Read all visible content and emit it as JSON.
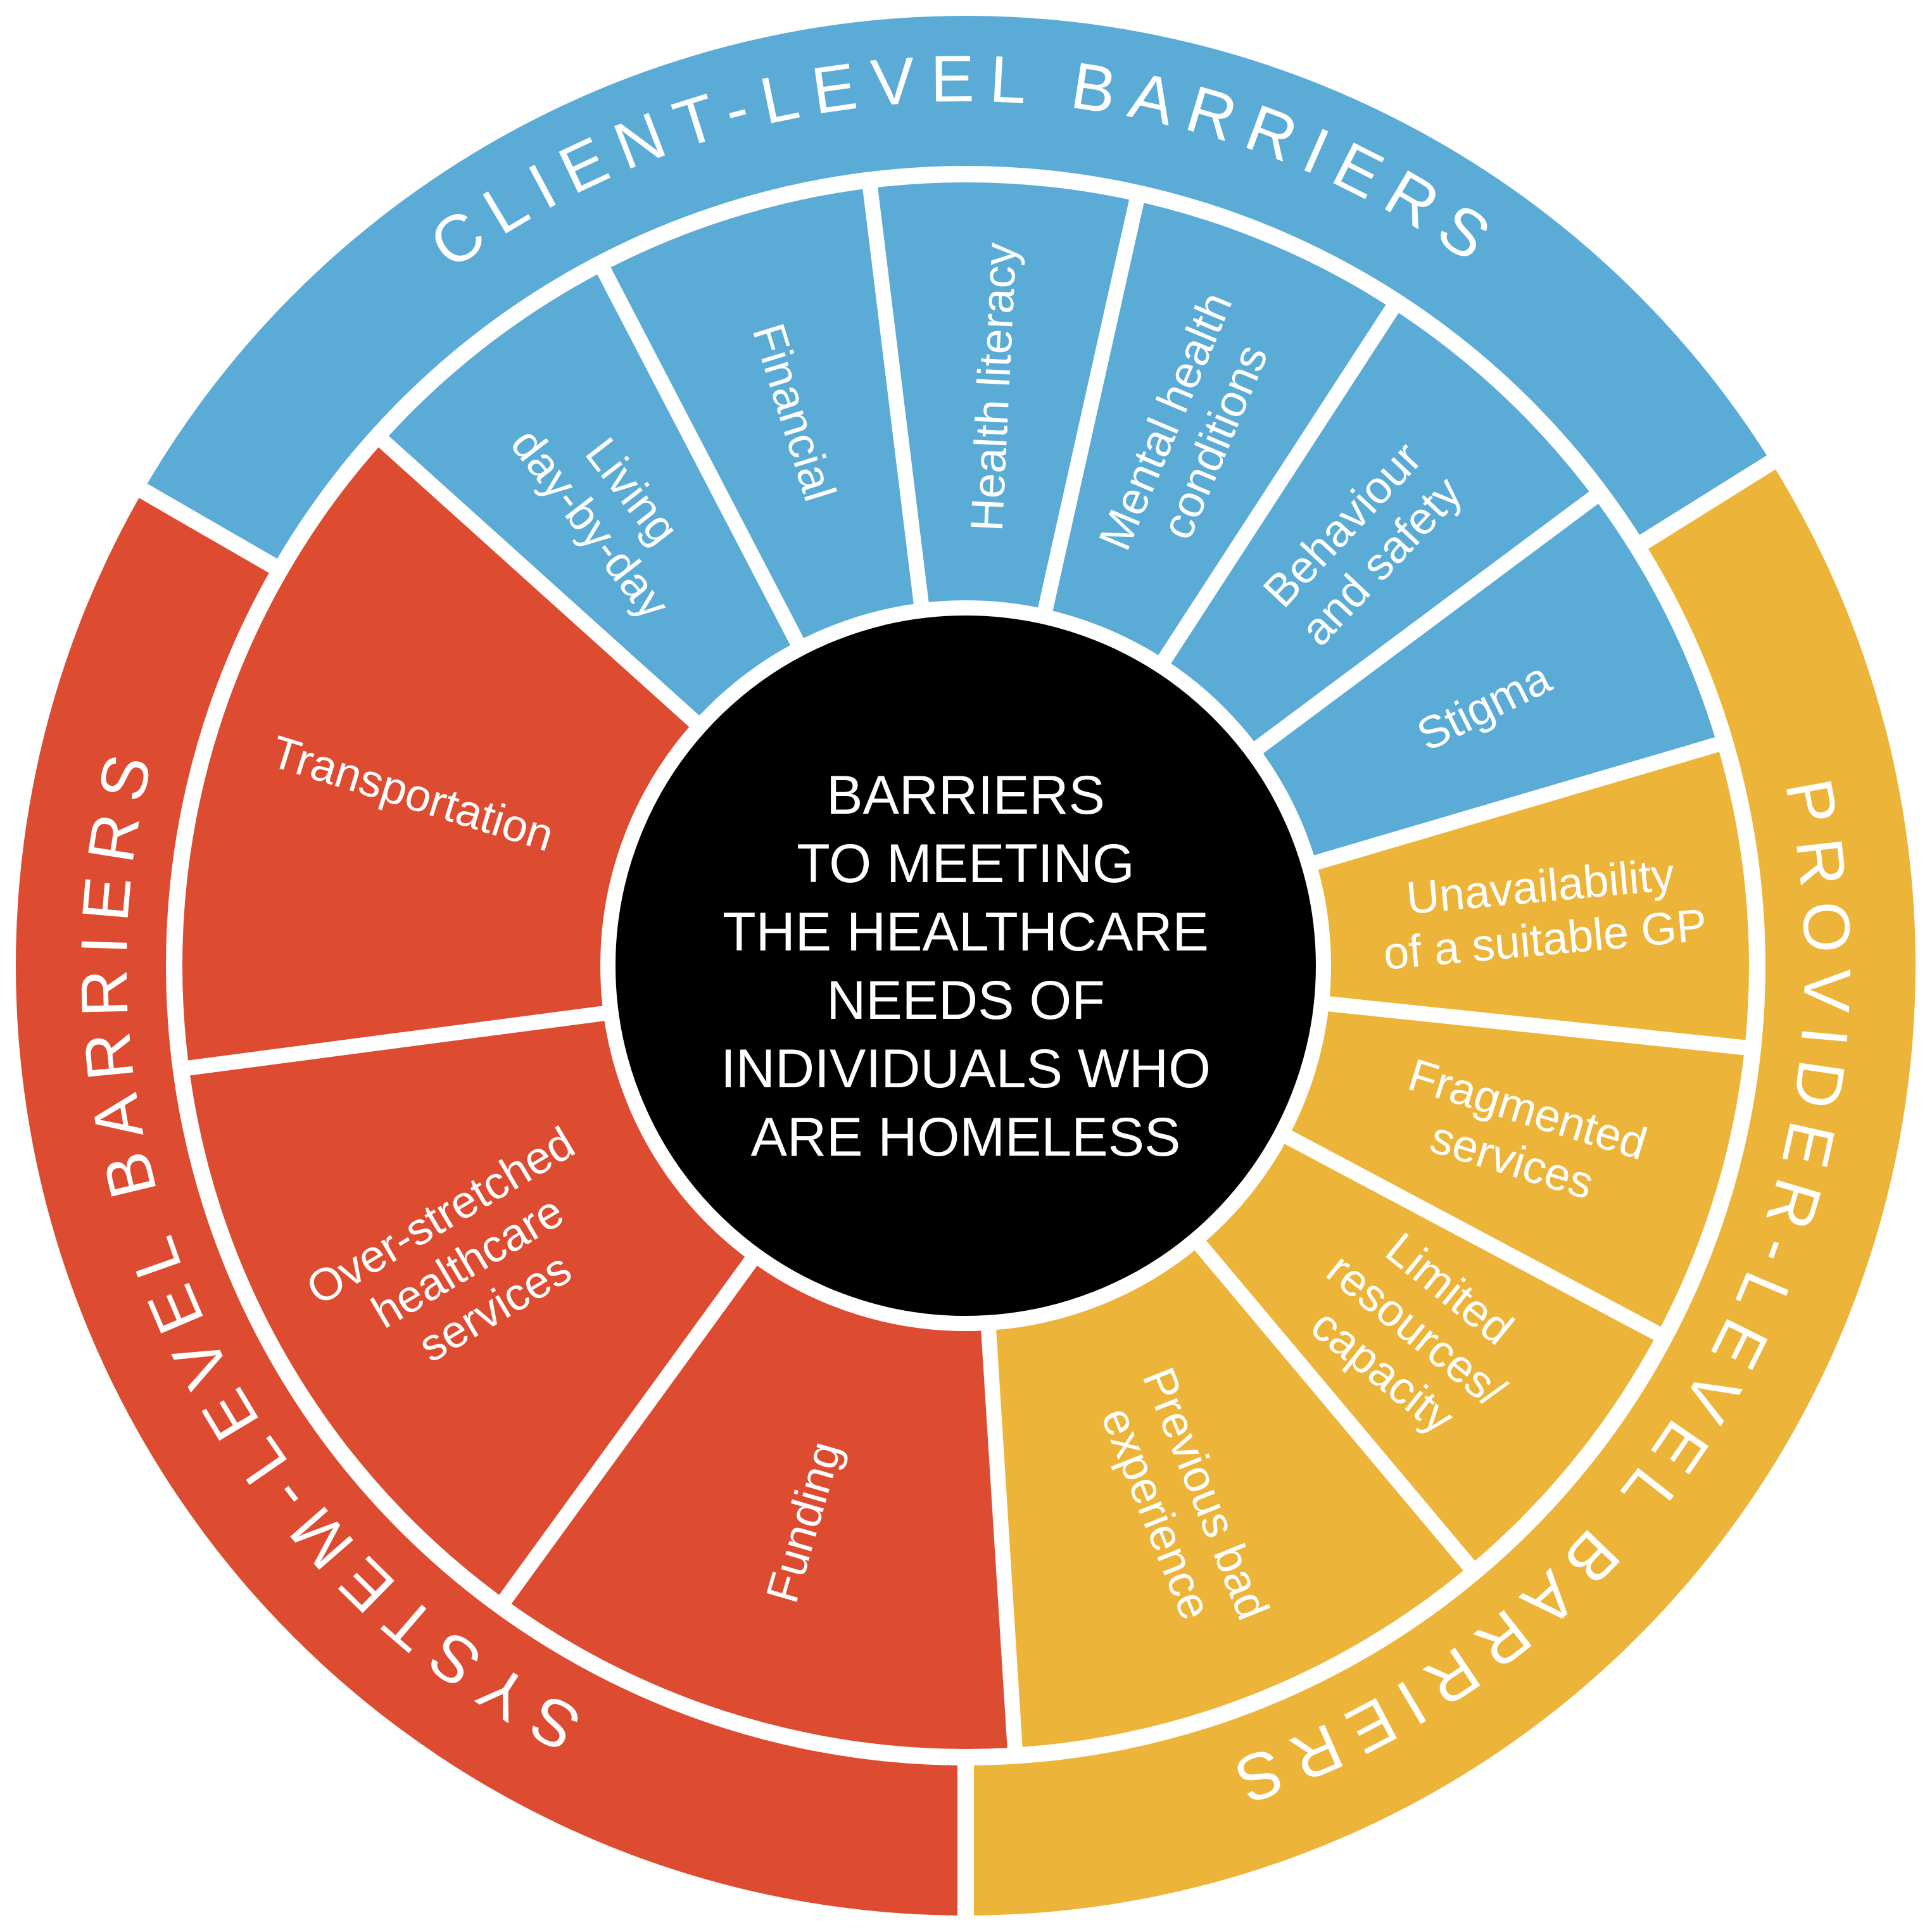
{
  "colors": {
    "client": "#5aabd6",
    "provider": "#edb43a",
    "system": "#dd4b30",
    "center": "#000000",
    "divider": "#ffffff"
  },
  "center": {
    "lines": [
      "BARRIERS",
      "TO MEETING",
      "THE HEALTHCARE",
      "NEEDS OF",
      "INDIVIDUALS WHO",
      "ARE HOMELESS"
    ]
  },
  "rings": [
    {
      "key": "client",
      "label": "CLIENT-LEVEL BARRIERS"
    },
    {
      "key": "provider",
      "label": "PROVIDER-LEVEL BARRIERS"
    },
    {
      "key": "system",
      "label": "SYSTEM-LEVEL BARRIERS"
    }
  ],
  "segments": [
    {
      "group": "client",
      "lines": [
        "Living",
        "day-by-day"
      ]
    },
    {
      "group": "client",
      "lines": [
        "Financial"
      ]
    },
    {
      "group": "client",
      "lines": [
        "Health literacy"
      ]
    },
    {
      "group": "client",
      "lines": [
        "Mental health",
        "conditions"
      ]
    },
    {
      "group": "client",
      "lines": [
        "Behaviour",
        "and safety"
      ]
    },
    {
      "group": "client",
      "lines": [
        "Stigma"
      ]
    },
    {
      "group": "provider",
      "lines": [
        "Unavailability",
        "of a suitable GP"
      ]
    },
    {
      "group": "provider",
      "lines": [
        "Fragmented",
        "services"
      ]
    },
    {
      "group": "provider",
      "lines": [
        "Limited",
        "resources/",
        "capacity"
      ]
    },
    {
      "group": "provider",
      "lines": [
        "Previous bad",
        "experience"
      ]
    },
    {
      "group": "system",
      "lines": [
        "Funding"
      ]
    },
    {
      "group": "system",
      "lines": [
        "Over-stretched",
        "healthcare",
        "services"
      ]
    },
    {
      "group": "system",
      "lines": [
        "Transportation"
      ]
    }
  ]
}
